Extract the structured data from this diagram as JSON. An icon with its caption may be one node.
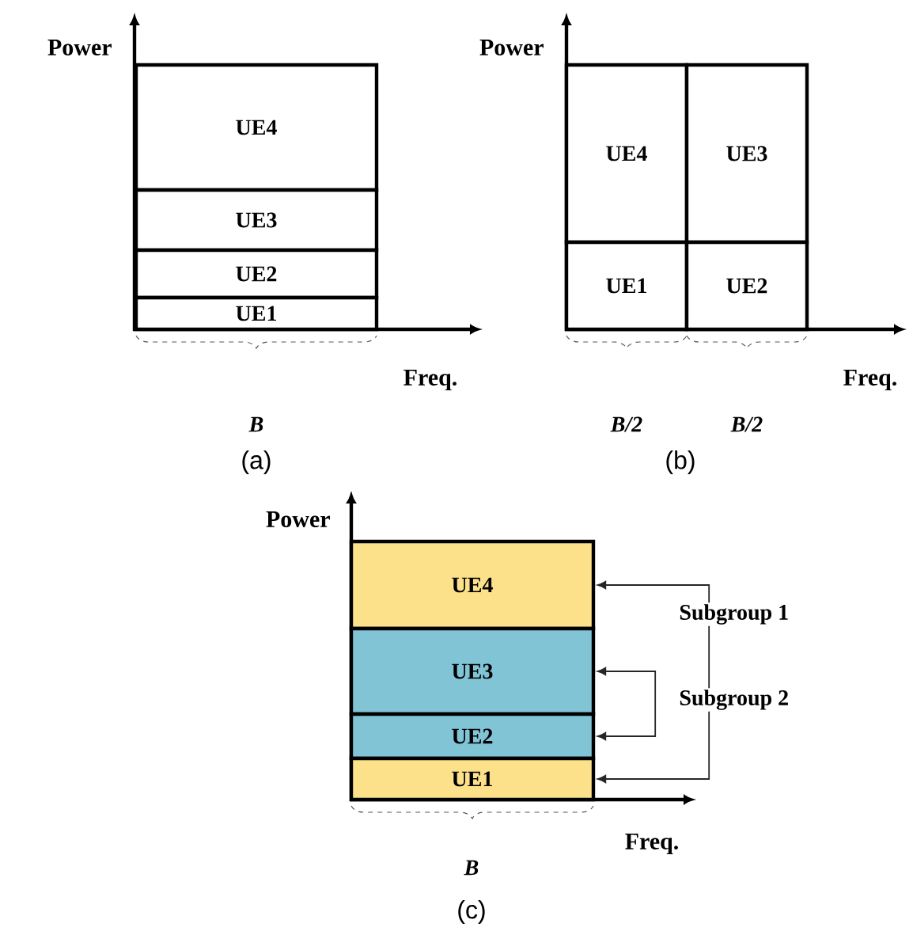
{
  "diagram": {
    "nodes": [
      {
        "text": [
          "UE4"
        ]
      },
      {
        "text": [
          "UE3"
        ]
      },
      {
        "text": [
          "UE2"
        ]
      },
      {
        "text": [
          "UE1"
        ]
      },
      {
        "text": [
          "UE4"
        ]
      },
      {
        "text": [
          "UE3"
        ]
      },
      {
        "text": [
          "UE1"
        ]
      },
      {
        "text": [
          "UE2"
        ]
      },
      {
        "text": [
          "UE4"
        ]
      },
      {
        "text": [
          "UE3"
        ]
      },
      {
        "text": [
          "UE2"
        ]
      },
      {
        "text": [
          "UE1"
        ]
      }
    ],
    "edges": [
      {
        "from": 11,
        "to": 8,
        "arrow": "both",
        "label": "Subgroup 1"
      },
      {
        "from": 10,
        "to": 9,
        "arrow": "both",
        "label": "Subgroup 2"
      }
    ],
    "labels": [
      "Power",
      "Freq.",
      "B",
      "(a)",
      "Power",
      "Freq.",
      "B/2",
      "B/2",
      "(b)",
      "Power",
      "Freq.",
      "B",
      "(c)"
    ]
  }
}
